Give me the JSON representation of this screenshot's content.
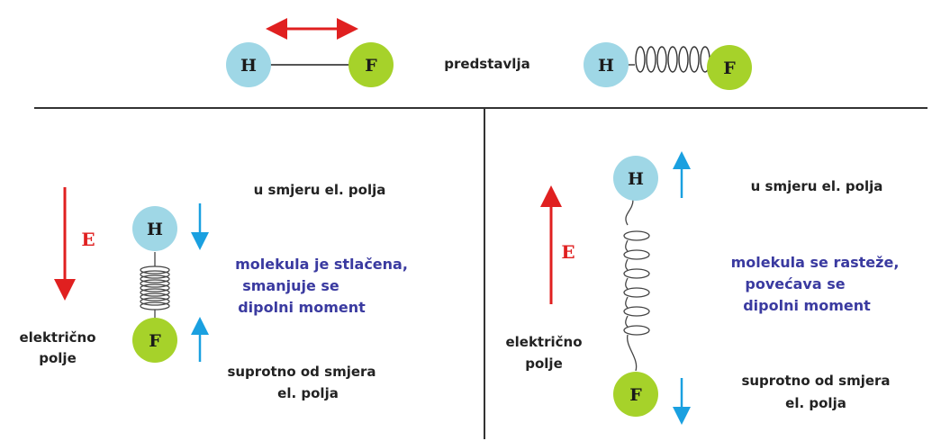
{
  "top": {
    "atom_left_h": "H",
    "atom_left_f": "F",
    "represents_label": "predstavlja",
    "atom_right_h": "H",
    "atom_right_f": "F"
  },
  "left_panel": {
    "field_symbol": "E",
    "field_label_line1": "električno",
    "field_label_line2": "polje",
    "atom_h": "H",
    "atom_f": "F",
    "text_h_direction": "u smjeru el. polja",
    "text_effect_line1": "molekula je stlačena,",
    "text_effect_line2": "smanjuje se",
    "text_effect_line3": "dipolni moment",
    "text_f_direction_line1": "suprotno od smjera",
    "text_f_direction_line2": "el. polja"
  },
  "right_panel": {
    "field_symbol": "E",
    "field_label_line1": "električno",
    "field_label_line2": "polje",
    "atom_h": "H",
    "atom_f": "F",
    "text_h_direction": "u smjeru el. polja",
    "text_effect_line1": "molekula se rasteže,",
    "text_effect_line2": "povećava se",
    "text_effect_line3": "dipolni moment",
    "text_f_direction_line1": "suprotno od smjera",
    "text_f_direction_line2": "el. polja"
  },
  "colors": {
    "hydrogen": "#9fd7e6",
    "fluorine": "#a6d22a",
    "field_arrow": "#e02020",
    "force_arrow": "#1aa0e0",
    "effect_text": "#3a3aa0",
    "divider": "#333333"
  }
}
